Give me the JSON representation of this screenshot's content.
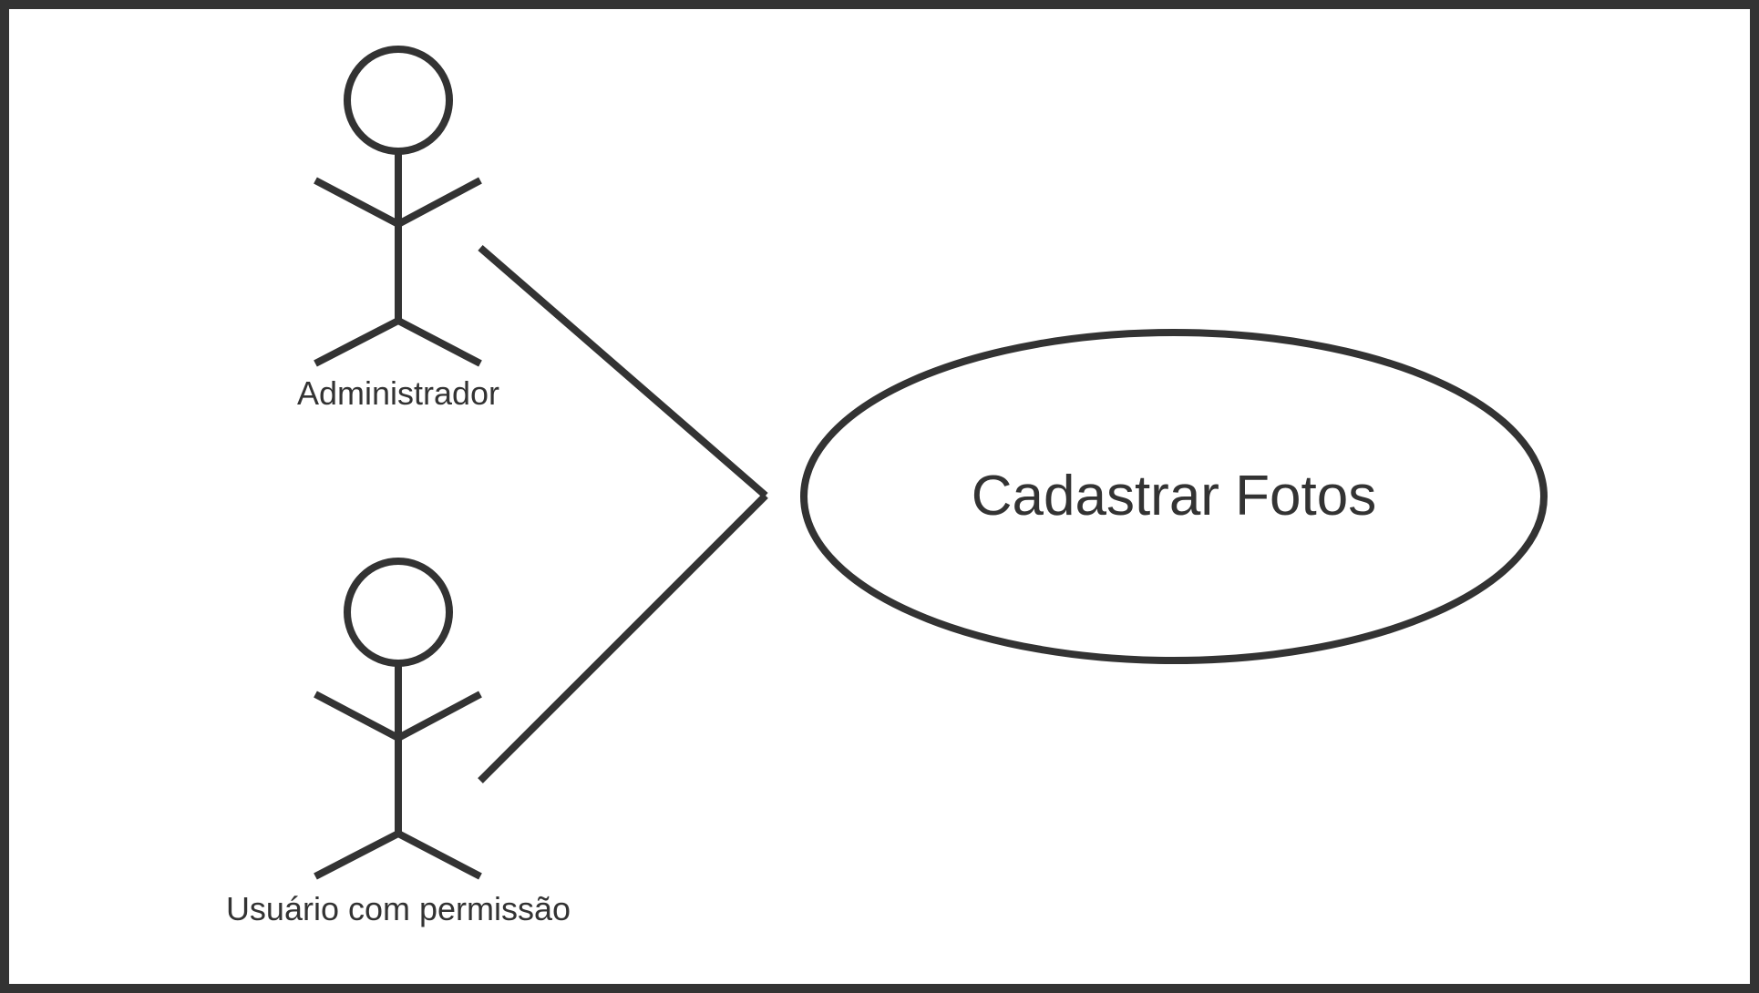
{
  "diagram": {
    "type": "use-case",
    "actors": [
      {
        "id": "admin",
        "label": "Administrador"
      },
      {
        "id": "user",
        "label": "Usuário com permissão"
      }
    ],
    "use_cases": [
      {
        "id": "cadastrar",
        "label": "Cadastrar Fotos"
      }
    ],
    "associations": [
      {
        "from": "admin",
        "to": "cadastrar"
      },
      {
        "from": "user",
        "to": "cadastrar"
      }
    ],
    "colors": {
      "stroke": "#333333",
      "background": "#ffffff"
    }
  }
}
